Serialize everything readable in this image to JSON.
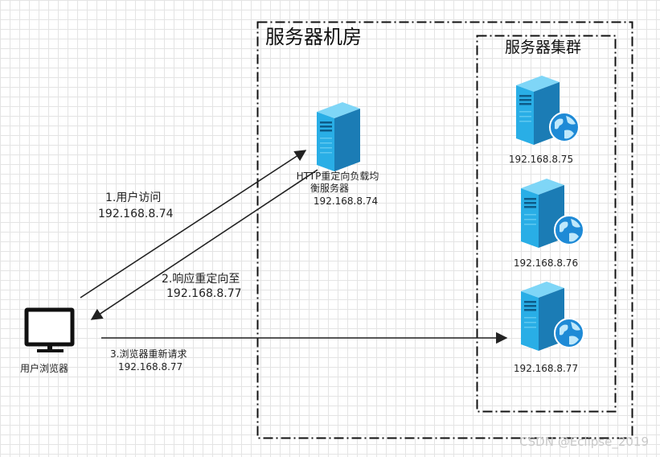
{
  "room": {
    "title": "服务器机房"
  },
  "cluster": {
    "title": "服务器集群"
  },
  "load_balancer": {
    "label_line1": "HTTP重定向负载均",
    "label_line2": "衡服务器",
    "ip": "192.168.8.74"
  },
  "servers": [
    {
      "ip": "192.168.8.75"
    },
    {
      "ip": "192.168.8.76"
    },
    {
      "ip": "192.168.8.77"
    }
  ],
  "client": {
    "label": "用户浏览器"
  },
  "steps": {
    "step1": {
      "text": "1.用户访问",
      "ip": "192.168.8.74"
    },
    "step2": {
      "text": "2.响应重定向至",
      "ip": "192.168.8.77"
    },
    "step3": {
      "text": "3.浏览器重新请求",
      "ip": "192.168.8.77"
    }
  },
  "watermark": "CSDN @Eclipse_2019",
  "colors": {
    "server_front": "#29aee6",
    "server_side": "#1b7cb5",
    "server_top": "#7fd6f7",
    "globe": "#1e8ad6",
    "line": "#222222"
  }
}
